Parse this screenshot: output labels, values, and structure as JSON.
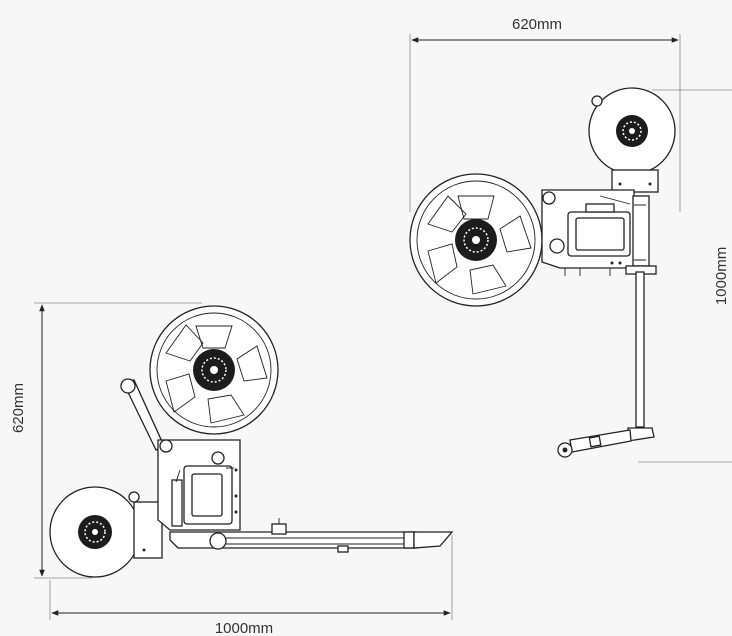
{
  "dimensions": {
    "top_width": "620mm",
    "top_height": "1000mm",
    "left_height": "620mm",
    "bottom_width": "1000mm"
  },
  "colors": {
    "line": "#222222",
    "background": "#f7f7f7",
    "hub": "#1c1c1c"
  }
}
